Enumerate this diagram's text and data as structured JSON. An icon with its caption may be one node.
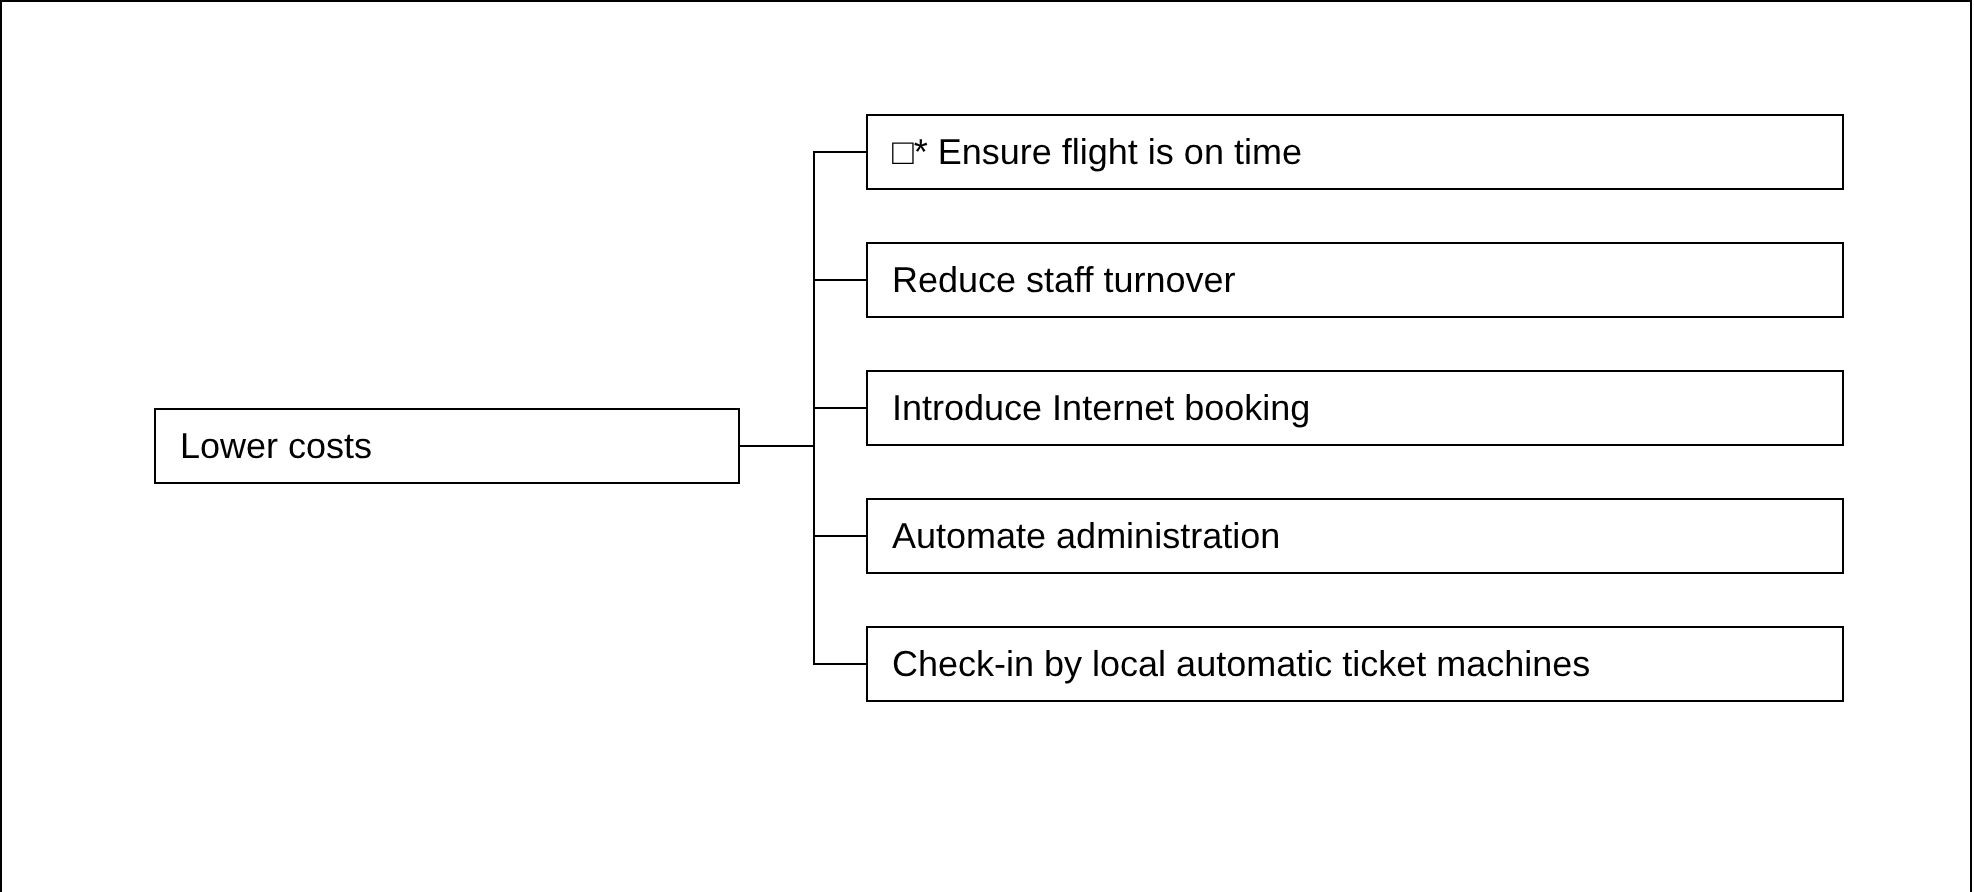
{
  "diagram": {
    "nodes": [
      {
        "text": [
          "Lower costs"
        ]
      },
      {
        "text": [
          "□* Ensure flight is on time"
        ]
      },
      {
        "text": [
          "Reduce staff turnover"
        ]
      },
      {
        "text": [
          "Introduce Internet booking"
        ]
      },
      {
        "text": [
          "Automate administration"
        ]
      },
      {
        "text": [
          "Check-in by local automatic ticket machines"
        ]
      }
    ],
    "edges": [
      {
        "from": 0,
        "to": 1,
        "arrow": "none"
      },
      {
        "from": 0,
        "to": 2,
        "arrow": "none"
      },
      {
        "from": 0,
        "to": 3,
        "arrow": "none"
      },
      {
        "from": 0,
        "to": 4,
        "arrow": "none"
      },
      {
        "from": 0,
        "to": 5,
        "arrow": "none"
      }
    ]
  }
}
